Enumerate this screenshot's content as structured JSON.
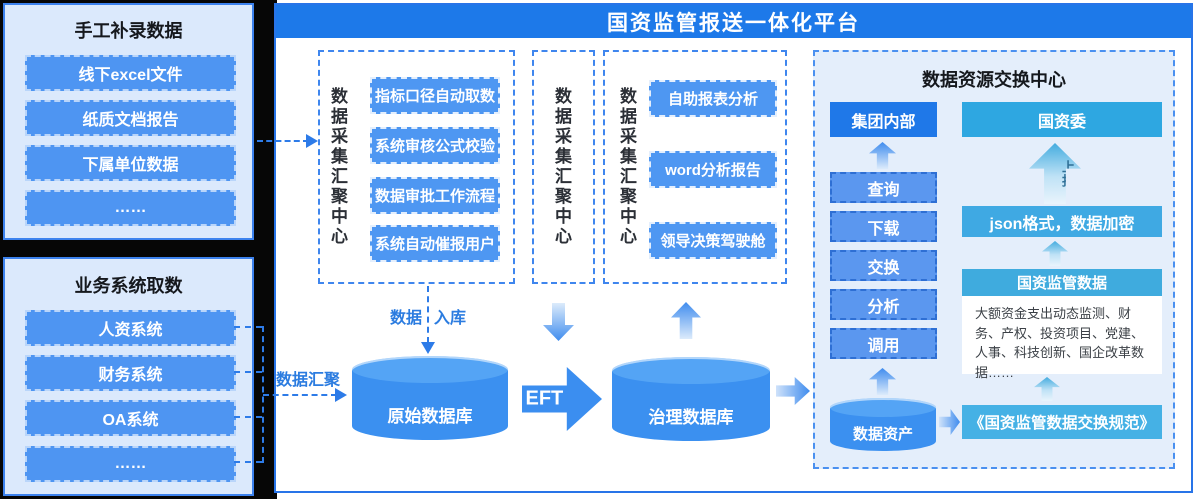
{
  "platform": {
    "title": "国资监管报送一体化平台"
  },
  "sources": {
    "manual": {
      "title": "手工补录数据",
      "items": [
        "线下excel文件",
        "纸质文档报告",
        "下属单位数据",
        "……"
      ]
    },
    "business": {
      "title": "业务系统取数",
      "items": [
        "人资系统",
        "财务系统",
        "OA系统",
        "……"
      ]
    }
  },
  "centers": [
    {
      "title": "数据采集汇聚中心",
      "items": [
        "指标口径自动取数",
        "系统审核公式校验",
        "数据审批工作流程",
        "系统自动催报用户"
      ]
    },
    {
      "title": "数据采集汇聚中心",
      "items": []
    },
    {
      "title": "数据采集汇聚中心",
      "items": [
        "自助报表分析",
        "word分析报告",
        "领导决策驾驶舱"
      ]
    }
  ],
  "flow": {
    "ingest_left": "数据",
    "ingest_right": "入库",
    "converge": "数据汇聚",
    "raw_db": "原始数据库",
    "eft": "EFT",
    "governed_db": "治理数据库"
  },
  "exchange": {
    "title": "数据资源交换中心",
    "group_internal": "集团内部",
    "sasac": "国资委",
    "actions": [
      "查询",
      "下载",
      "交换",
      "分析",
      "调用"
    ],
    "report": "上报",
    "json_format": "json格式，数据加密",
    "supervision_header": "国资监管数据",
    "supervision_desc": "大额资金支出动态监测、财务、产权、投资项目、党建、人事、科技创新、国企改革数据……",
    "data_asset": "数据资产",
    "standard": "《国资监管数据交换规范》"
  },
  "colors": {
    "title_bar": "#1d79e9",
    "button_blue": "#4e95f2",
    "dark_blue": "#1f78e8",
    "cyan": "#2ea7e1",
    "exchange_bg": "#e4eefb",
    "dashed_border": "#3f86ee",
    "cylinder_blue": "#3b90f0",
    "label_blue": "#2b7ce0",
    "frame_black": "#060606"
  }
}
